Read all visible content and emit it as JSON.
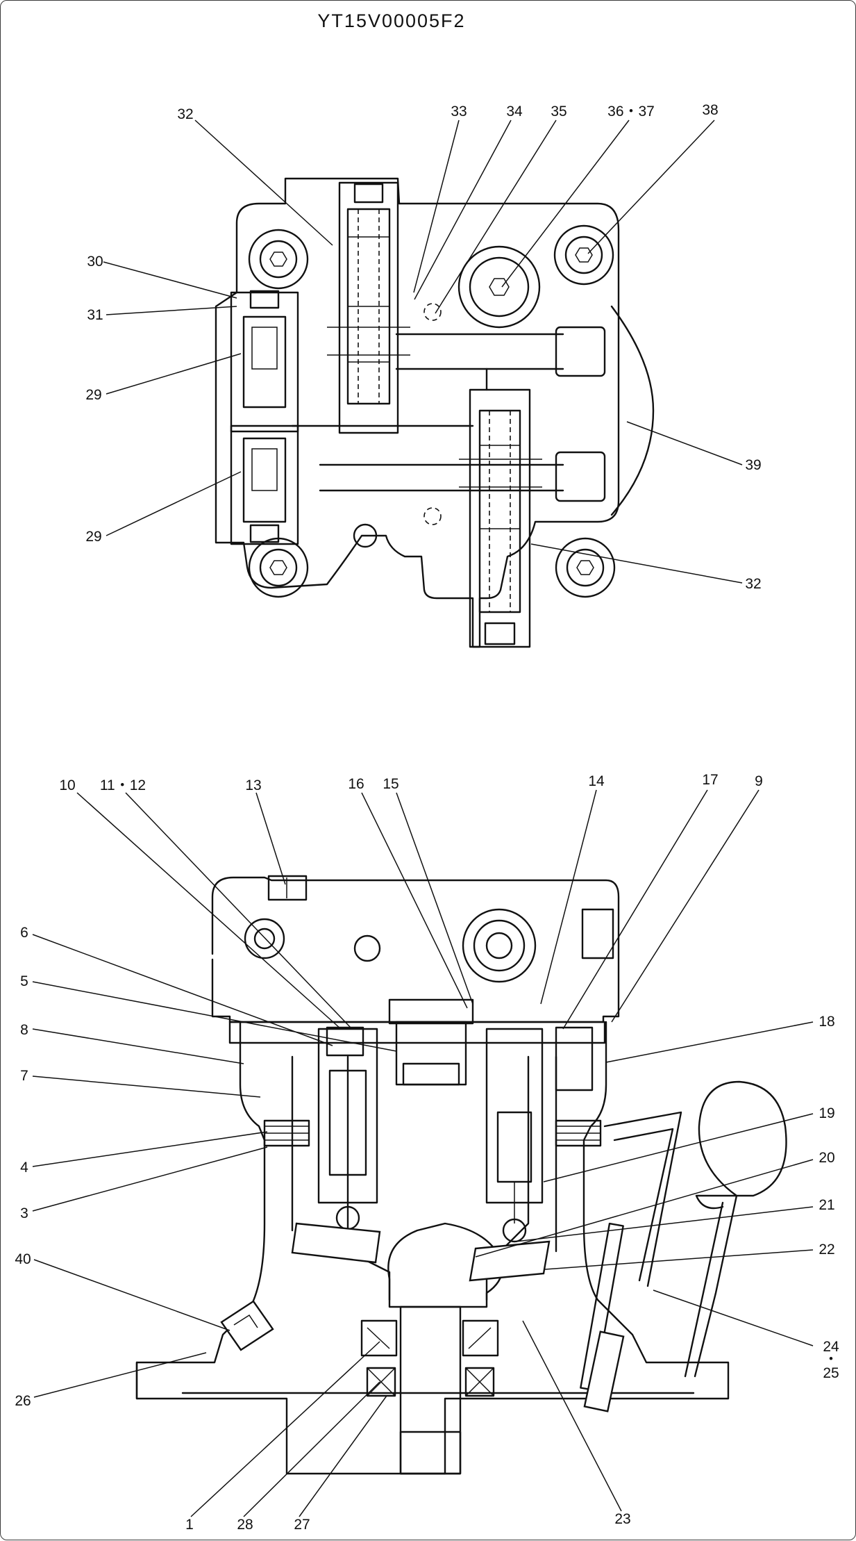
{
  "drawing": {
    "code": "YT15V00005F2"
  },
  "top_view": {
    "labels": {
      "l32a": "32",
      "l33": "33",
      "l34": "34",
      "l35": "35",
      "l3637": "36・37",
      "l38": "38",
      "l30": "30",
      "l31": "31",
      "l29a": "29",
      "l29b": "29",
      "l39": "39",
      "l32b": "32"
    }
  },
  "section_view": {
    "labels": {
      "l10": "10",
      "l1112": "11・12",
      "l13": "13",
      "l16": "16",
      "l15": "15",
      "l14": "14",
      "l17": "17",
      "l9": "9",
      "l6": "6",
      "l5": "5",
      "l8": "8",
      "l7": "7",
      "l4": "4",
      "l3": "3",
      "l40": "40",
      "l26": "26",
      "l18": "18",
      "l19": "19",
      "l20": "20",
      "l21": "21",
      "l22": "22",
      "l2425a": "24",
      "l2425dot": "・",
      "l2425b": "25",
      "l1": "1",
      "l28": "28",
      "l27": "27",
      "l23": "23"
    }
  }
}
